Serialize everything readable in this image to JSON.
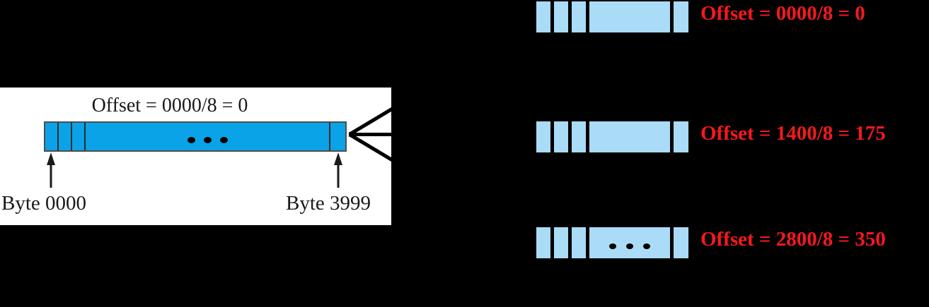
{
  "diagram": {
    "title_caption": "Offset = 0000/8 = 0",
    "colors": {
      "background": "#000000",
      "panel": "#ffffff",
      "bar_fill": "#0aa3e8",
      "sector_fill": "#aadcf7",
      "offset_text": "#f5191c",
      "label_text": "#1a1a1a",
      "stroke": "#2a2a2a"
    },
    "left_panel": {
      "caption": "Offset = 0000/8 = 0",
      "ellipsis": "• • •",
      "low_byte_label": "Byte 0000",
      "high_byte_label": "Byte 3999",
      "cell_count_visible": 5
    },
    "sectors": [
      {
        "index": 0,
        "offset_label": "Offset = 0000/8 = 0",
        "has_ellipsis": false,
        "ellipsis": ""
      },
      {
        "index": 1,
        "offset_label": "Offset = 1400/8 = 175",
        "has_ellipsis": false,
        "ellipsis": ""
      },
      {
        "index": 2,
        "offset_label": "Offset = 2800/8 = 350",
        "has_ellipsis": true,
        "ellipsis": "• • •"
      }
    ]
  }
}
